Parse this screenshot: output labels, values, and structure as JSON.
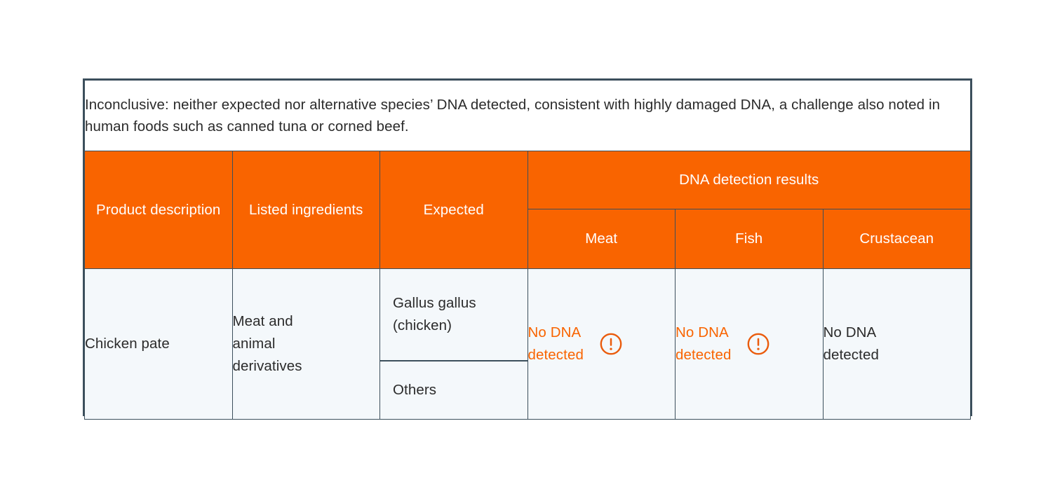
{
  "colors": {
    "header_orange": "#f96400",
    "body_background": "#f4f8fb",
    "border": "#3c4f5c",
    "text_dark": "#2b2b2b",
    "alert_orange": "#f96400",
    "page_background": "#ffffff"
  },
  "caption": {
    "text": "Inconclusive: neither expected nor alternative species’ DNA detected, consistent with highly damaged DNA, a challenge also noted in human foods such as canned tuna or corned beef."
  },
  "table": {
    "headers": {
      "product_description": "Product\ndescription",
      "listed_ingredients": "Listed\ningredients",
      "expected": "Expected",
      "dna_detection_results": "DNA detection results",
      "meat": "Meat",
      "fish": "Fish",
      "crustacean": "Crustacean"
    },
    "rows": [
      {
        "product_description": "Chicken pate",
        "listed_ingredients": "Meat and\nanimal\nderivatives",
        "expected_primary": "Gallus gallus\n(chicken)",
        "expected_secondary": "Others",
        "results": {
          "meat": {
            "text": "No DNA\ndetected",
            "alert": true,
            "icon": "alert-circle-icon"
          },
          "fish": {
            "text": "No DNA\ndetected",
            "alert": true,
            "icon": "alert-circle-icon"
          },
          "crustacean": {
            "text": "No DNA\ndetected",
            "alert": false,
            "icon": ""
          }
        }
      }
    ]
  }
}
